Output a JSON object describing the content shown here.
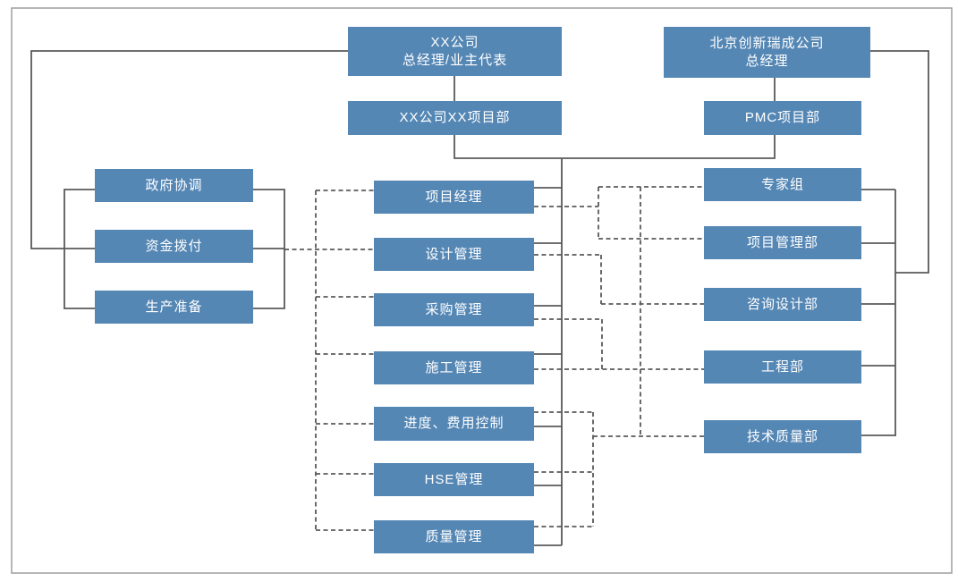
{
  "diagram": {
    "type": "org-chart",
    "nodes": {
      "owner_gm": {
        "line1": "XX公司",
        "line2": "总经理/业主代表"
      },
      "owner_dept": {
        "label": "XX公司XX项目部"
      },
      "pmc_gm": {
        "line1": "北京创新瑞成公司",
        "line2": "总经理"
      },
      "pmc_dept": {
        "label": "PMC项目部"
      }
    },
    "left_column": [
      "政府协调",
      "资金拨付",
      "生产准备"
    ],
    "middle_column": [
      "项目经理",
      "设计管理",
      "采购管理",
      "施工管理",
      "进度、费用控制",
      "HSE管理",
      "质量管理"
    ],
    "right_column": [
      "专家组",
      "项目管理部",
      "咨询设计部",
      "工程部",
      "技术质量部"
    ],
    "line_styles": {
      "solid": "direct reporting",
      "dashed": "coordination"
    },
    "colors": {
      "box_fill": "#5587b5",
      "box_text": "#ffffff",
      "connector": "#595959",
      "frame": "#9e9e9e",
      "background": "#ffffff"
    }
  }
}
